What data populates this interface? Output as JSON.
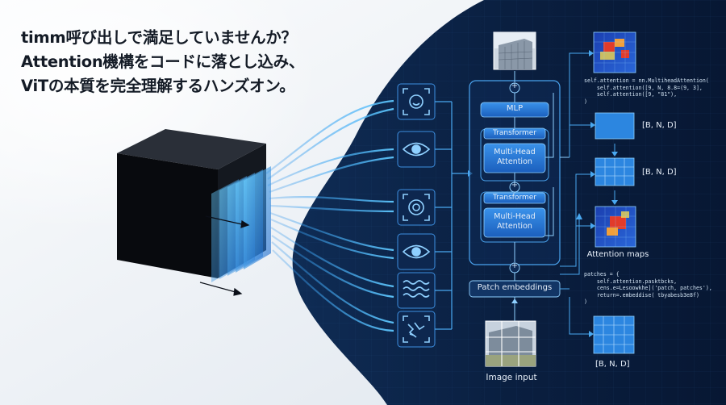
{
  "headline": {
    "line1": "timm呼び出しで満足していませんか？",
    "line2": "Attention機構をコードに落とし込み、",
    "line3": "ViTの本質を完全理解するハンズオン。"
  },
  "diagram": {
    "mlp": "MLP",
    "transformer_upper": "Transformer",
    "attention_upper_line1": "Multi-Head",
    "attention_upper_line2": "Attention",
    "transformer_lower": "Transformer",
    "attention_lower_line1": "Multi-Head",
    "attention_lower_line2": "Attention",
    "patch_embeddings": "Patch embeddings",
    "image_input": "Image input",
    "plus_symbol": "+",
    "shape_1": "[B, N, D]",
    "shape_2": "[B, N, D]",
    "shape_3": "[B, N, D]",
    "attention_maps": "Attention maps"
  },
  "code_blocks": {
    "attention_code": [
      "self.attention = nn.MultiheadAttention(",
      "    self.attention([9, N, 8.8=(9, 3],",
      "    self.attention([9, \"81\"),",
      ")"
    ],
    "patches_code": [
      "patches = {",
      "    self.attention.pasktbcks,",
      "    cens.e=Lesoowkhe]('patch, patches'),",
      "    return=.embeddise( tbyabesb3e8f)",
      ")"
    ]
  },
  "colors": {
    "background_light": "#eef2f6",
    "panel_dark": "#0b1f3d",
    "accent_blue": "#2f8fe0",
    "box_blue": "#1f6fd0",
    "line_blue": "#49a8f0"
  },
  "icons": [
    "face-scan-icon",
    "eye-icon",
    "target-scan-icon",
    "eye-icon",
    "wave-pattern-icon",
    "noise-pattern-icon"
  ]
}
